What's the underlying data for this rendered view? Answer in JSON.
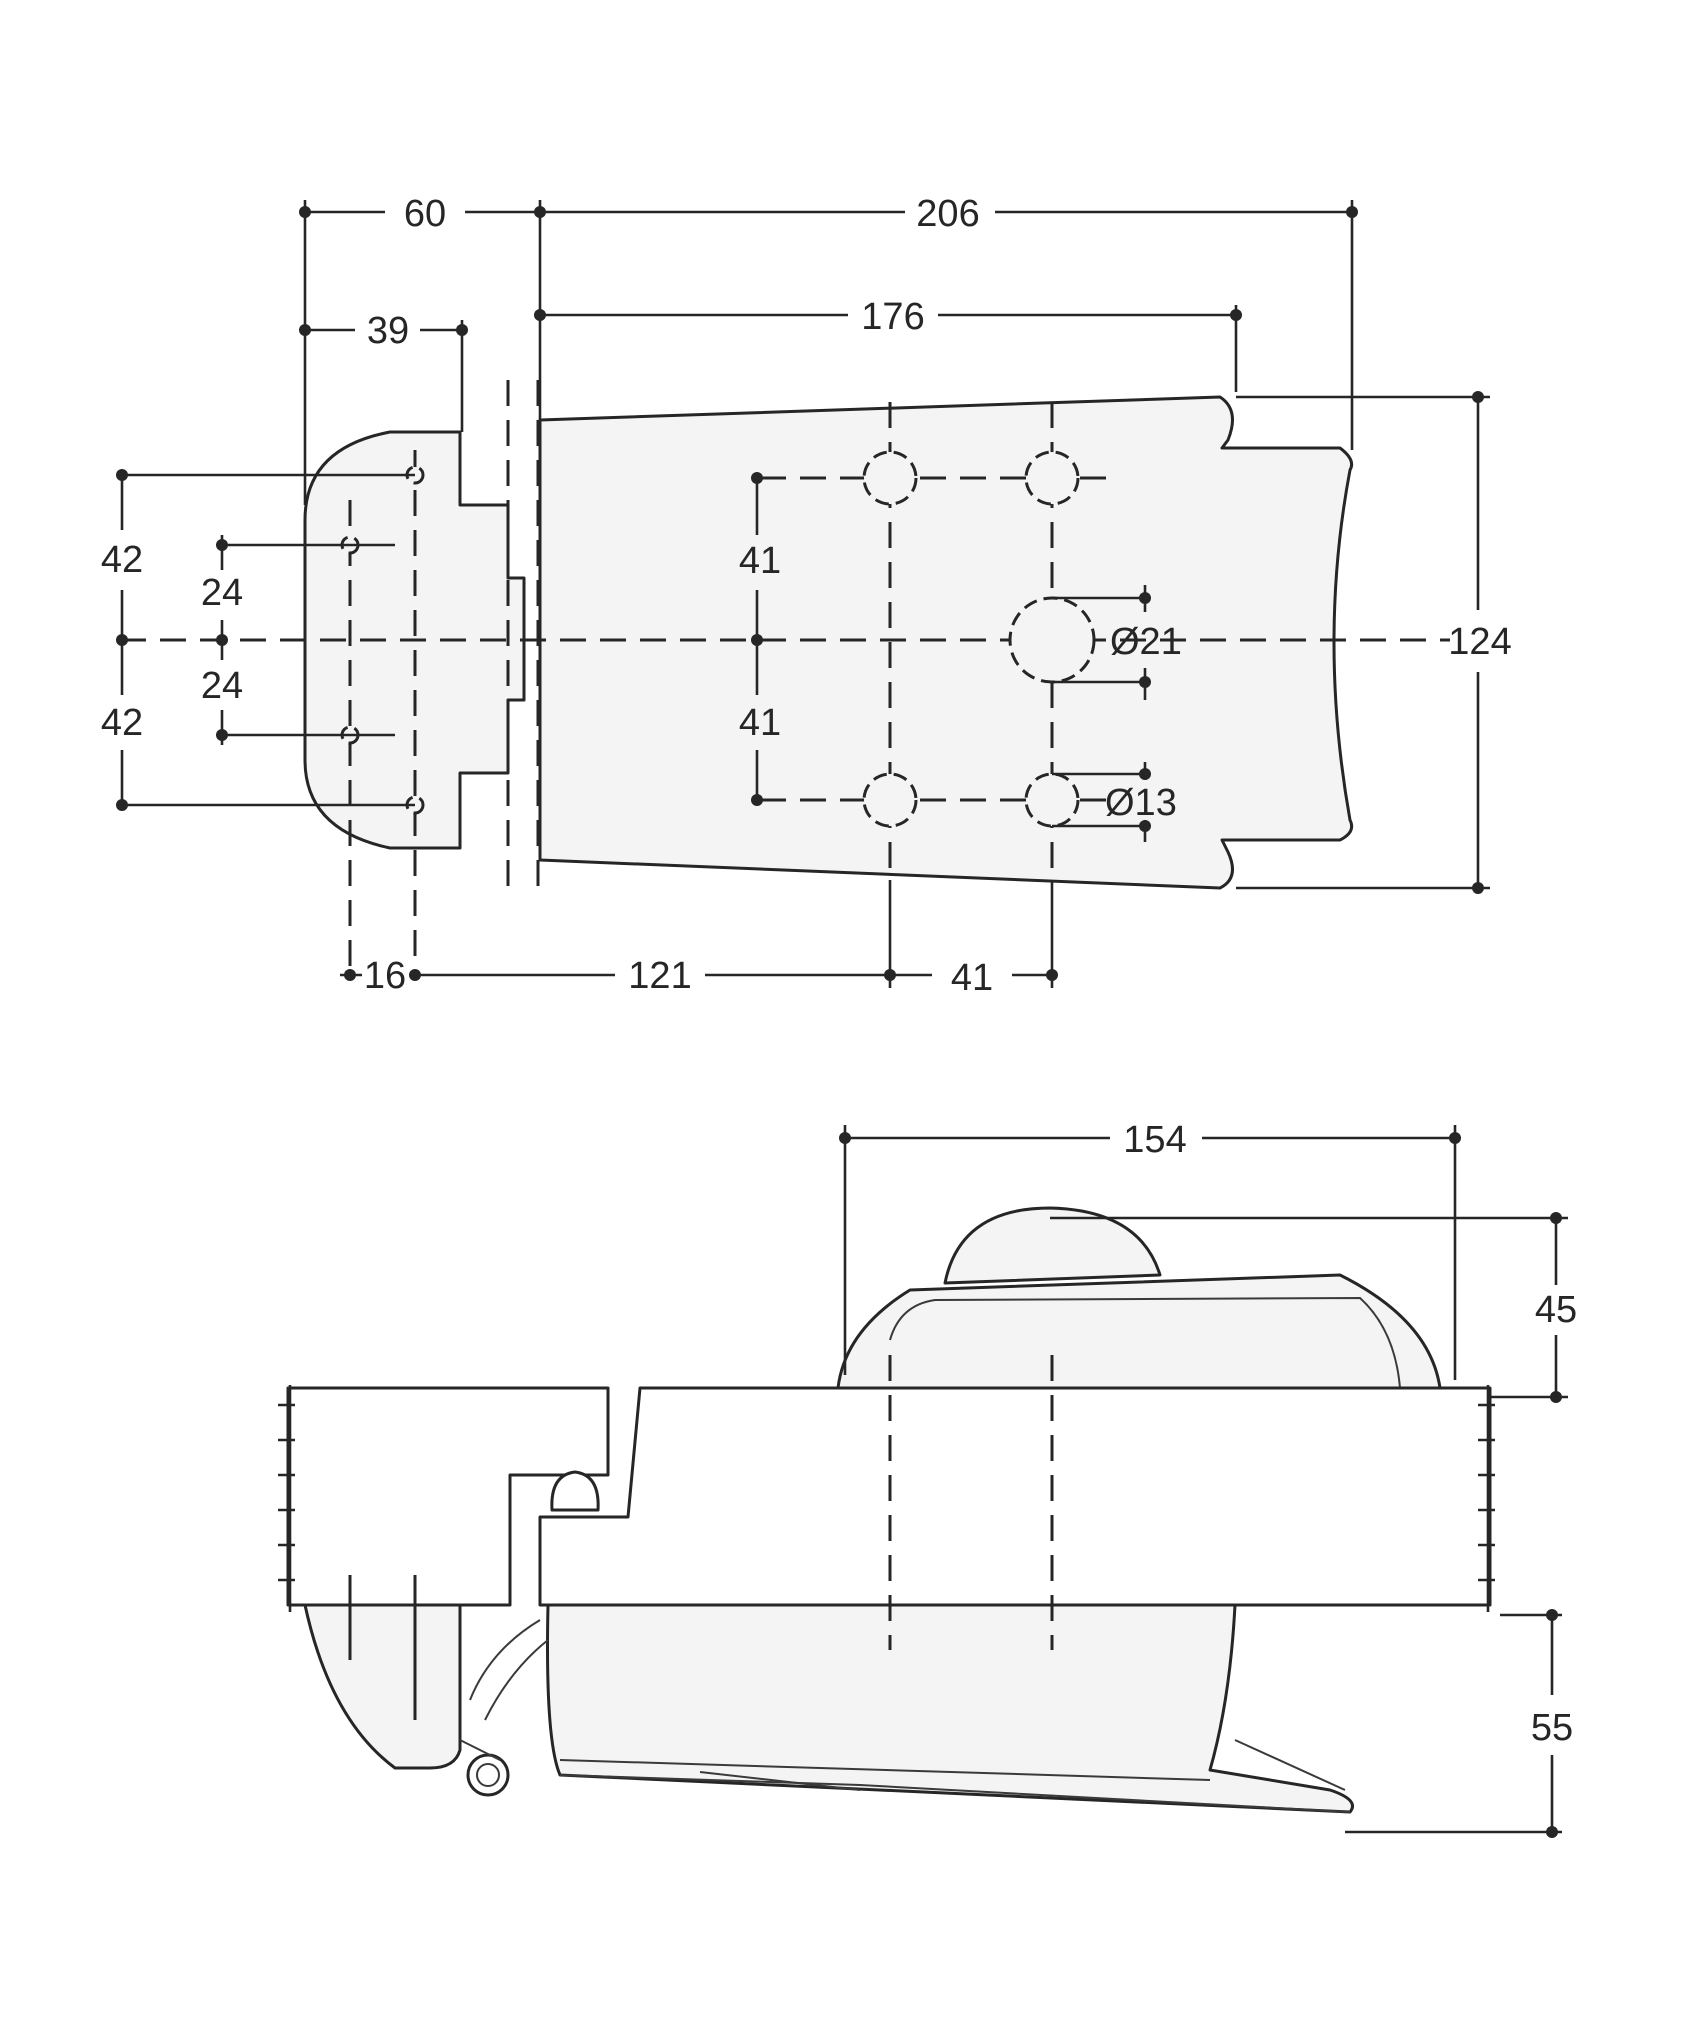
{
  "top_view": {
    "dims": {
      "d60": "60",
      "d206": "206",
      "d39": "39",
      "d176": "176",
      "d124": "124",
      "d42_top": "42",
      "d42_bottom": "42",
      "d24_top": "24",
      "d24_bottom": "24",
      "d41_upper": "41",
      "d41_lower": "41",
      "d21": "Ø21",
      "d13": "Ø13",
      "d16": "16",
      "d121": "121",
      "d41_bottom": "41"
    }
  },
  "side_view": {
    "dims": {
      "d154": "154",
      "d45": "45",
      "d55": "55"
    }
  }
}
